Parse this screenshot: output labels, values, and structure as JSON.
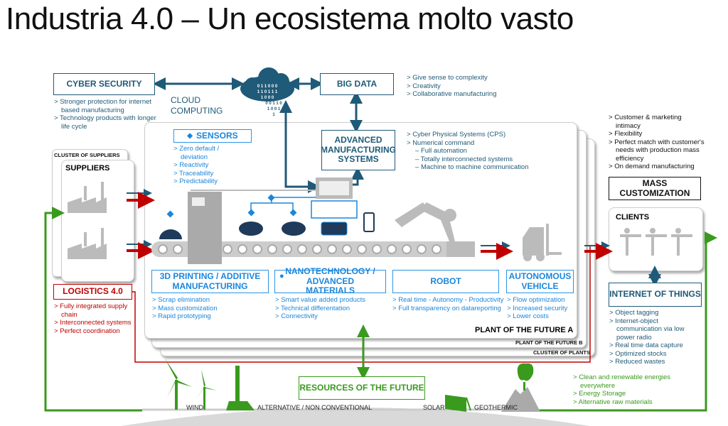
{
  "title": "Industria 4.0 – Un ecosistema molto vasto",
  "colors": {
    "teal": "#1f5a78",
    "blue": "#1b86db",
    "red": "#c00000",
    "green": "#3a9a1e"
  },
  "cyber_security": {
    "label": "CYBER SECURITY",
    "items": [
      "Stronger protection for internet based manufacturing",
      "Technology products with longer life cycle"
    ]
  },
  "cloud": {
    "label_line1": "CLOUD",
    "label_line2": "COMPUTING",
    "binary": [
      "0 1 1 0 0 0",
      "1 1 0 1 1 1",
      "1 0 0 0",
      "0 0 1 1 0",
      "1 0 0 1",
      "1"
    ]
  },
  "big_data": {
    "label": "BIG DATA",
    "items": [
      "Give sense to complexity",
      "Creativity",
      "Collaborative manufacturing"
    ]
  },
  "advanced_manufacturing": {
    "label": "ADVANCED MANUFACTURING SYSTEMS",
    "items": [
      {
        "t": "Cyber Physical Systems (CPS)"
      },
      {
        "t": "Numerical command"
      },
      {
        "t": "Full automation",
        "sub": true
      },
      {
        "t": "Totally interconnected systems",
        "sub": true
      },
      {
        "t": "Machine to machine communication",
        "sub": true
      }
    ]
  },
  "sensors": {
    "label": "SENSORS",
    "items": [
      "Zero default / deviation",
      "Reactivity",
      "Traceability",
      "Predictability"
    ]
  },
  "suppliers": {
    "cluster_label": "CLUSTER OF SUPPLIERS",
    "label": "SUPPLIERS"
  },
  "logistics": {
    "label": "LOGISTICS 4.0",
    "items": [
      "Fully integrated supply chain",
      "Interconnected systems",
      "Perfect coordination"
    ]
  },
  "printing": {
    "label": "3D PRINTING / ADDITIVE MANUFACTURING",
    "items": [
      "Scrap elimination",
      "Mass customization",
      "Rapid prototyping"
    ]
  },
  "nano": {
    "label": "NANOTECHNOLOGY / ADVANCED MATERIALS",
    "items": [
      "Smart value added products",
      "Technical differentation",
      "Connectivity"
    ]
  },
  "robot": {
    "label": "ROBOT",
    "items": [
      "Real time - Autonomy - Productivity",
      "Full transparency on datareporting"
    ]
  },
  "vehicle": {
    "label": "AUTONOMOUS VEHICLE",
    "items": [
      "Flow optimization",
      "Increased security",
      "Lower costs"
    ]
  },
  "plants": {
    "a": "PLANT OF THE FUTURE A",
    "b": "PLANT OF THE FUTURE B",
    "cluster": "CLUSTER OF PLANTS"
  },
  "customer": {
    "items": [
      "Customer & marketing intimacy",
      "Flexibility",
      "Perfect match with customer's needs with production mass efficiency",
      "On demand manufacturing"
    ]
  },
  "mass_customization": {
    "label": "MASS CUSTOMIZATION"
  },
  "clients": {
    "label": "CLIENTS"
  },
  "iot": {
    "label": "INTERNET OF THINGS",
    "items": [
      "Object tagging",
      "Internet-object communication via low power radio",
      "Real time data capture",
      "Optimized stocks",
      "Reduced wastes"
    ]
  },
  "resources": {
    "label": "RESOURCES OF THE FUTURE",
    "items": [
      "Clean and renewable energies everywhere",
      "Energy Storage",
      "Alternative raw materials"
    ]
  },
  "energy": {
    "wind": "WIND",
    "alternative": "ALTERNATIVE / NON CONVENTIONAL",
    "solar": "SOLAR",
    "geothermic": "GEOTHERMIC"
  }
}
